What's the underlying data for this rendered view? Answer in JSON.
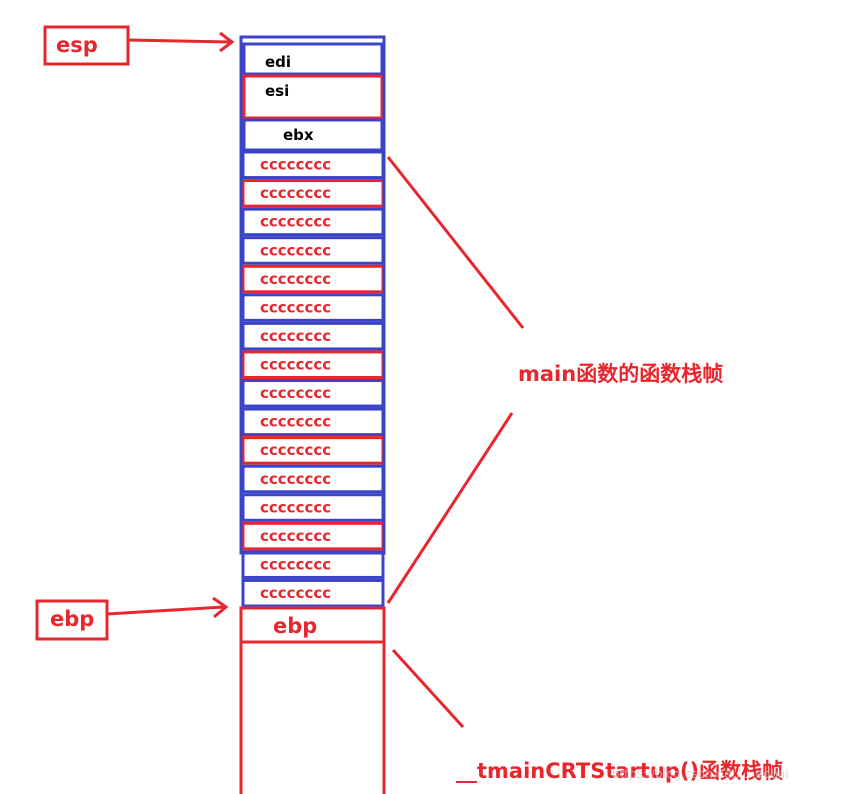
{
  "labels": {
    "esp": "esp",
    "ebp": "ebp",
    "main_frame": "main函数的函数栈帧",
    "startup_frame": "__tmainCRTStartup()函数栈帧",
    "watermark": "https://blog.csdn.net/....aobai"
  },
  "stack": {
    "registers": [
      "edi",
      "esi",
      "ebx"
    ],
    "fill_value": "cccccccc",
    "fill_count": 16,
    "saved_ebp": "ebp"
  },
  "colors": {
    "red": "#e8262d",
    "blue": "#3b44c8",
    "black": "#000000"
  }
}
